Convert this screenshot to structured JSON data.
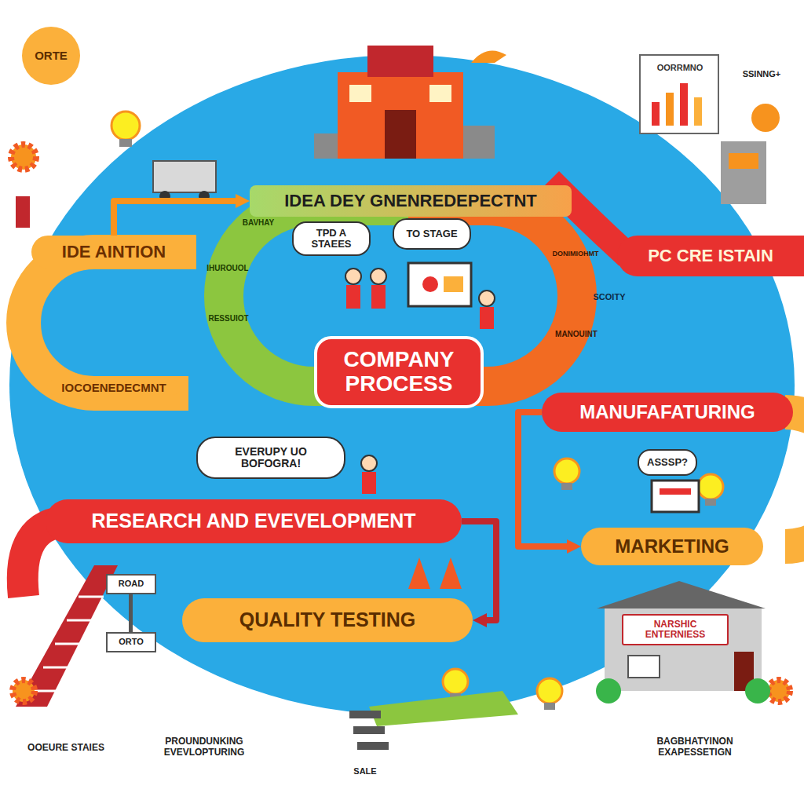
{
  "diagram": {
    "nodes": [
      {
        "text": [
          "ORTE"
        ]
      },
      {
        "text": [
          "IDEA DEY GNENREDEPECTNT"
        ]
      },
      {
        "text": [
          "TPD A STAEES"
        ]
      },
      {
        "text": [
          "TO STAGE"
        ]
      },
      {
        "text": [
          "PC CRE ISTAIN"
        ]
      },
      {
        "text": [
          "IDE AINTION"
        ]
      },
      {
        "text": [
          "COMPANY PROCESS"
        ]
      },
      {
        "text": [
          "MANUFAFATURING"
        ]
      },
      {
        "text": [
          "EVERUPY UO BOFOGRA!"
        ]
      },
      {
        "text": [
          "ASSSP?"
        ]
      },
      {
        "text": [
          "RESEARCH AND EVEVELOPMENT"
        ]
      },
      {
        "text": [
          "MARKETING"
        ]
      },
      {
        "text": [
          "QUALITY TESTING"
        ]
      },
      {
        "text": [
          "NARSHIC ENTERNIESS"
        ]
      }
    ],
    "edges": [
      {
        "from": 5,
        "to": 1,
        "arrow": "to"
      },
      {
        "from": 10,
        "to": 12,
        "arrow": "to"
      },
      {
        "from": 7,
        "to": 11,
        "arrow": "to"
      }
    ],
    "labels": [
      "OORRMNO",
      "SSINNG+",
      "BAVHAY",
      "IHUROUOL",
      "DONIMIOHMT",
      "RESSUIOT",
      "MANOUINT",
      "IOCOENEDECMNT",
      "SCOITY",
      "ROAD",
      "ORTO",
      "OOEURE STAIES",
      "PROUNDUNKING EVEVLOPTURING",
      "SALE",
      "BAGBHATYINON EXAPESSETIGN"
    ]
  }
}
